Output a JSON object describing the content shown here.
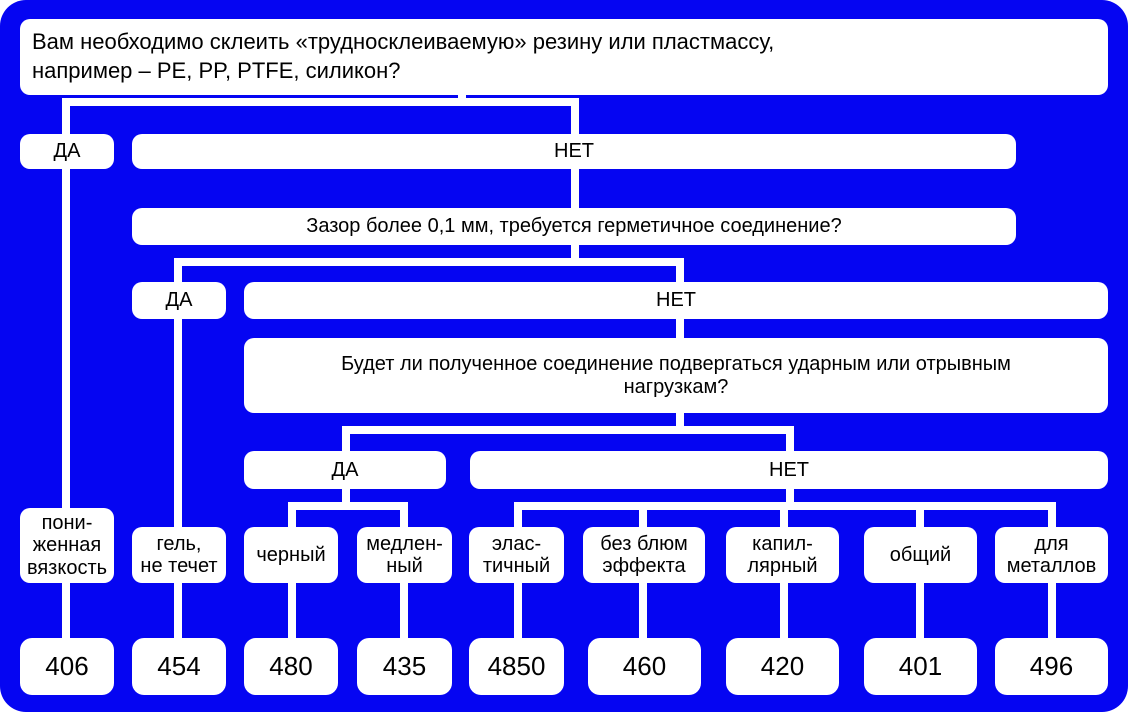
{
  "question1": {
    "line1": "Вам необходимо склеить «трудносклеиваемую» резину или пластмассу,",
    "line2": "например – PE, PP, PTFE, силикон?"
  },
  "q1_yes": "ДА",
  "q1_no": "НЕТ",
  "question2": "Зазор более 0,1 мм, требуется герметичное соединение?",
  "q2_yes": "ДА",
  "q2_no": "НЕТ",
  "question3": {
    "line1": "Будет ли полученное соединение подвергаться ударным или отрывным",
    "line2": "нагрузкам?"
  },
  "q3_yes": "ДА",
  "q3_no": "НЕТ",
  "leaves": [
    {
      "label": [
        "пони-",
        "женная",
        "вязкость"
      ],
      "product": "406"
    },
    {
      "label": [
        "гель,",
        "не течет"
      ],
      "product": "454"
    },
    {
      "label": [
        "черный"
      ],
      "product": "480"
    },
    {
      "label": [
        "медлен-",
        "ный"
      ],
      "product": "435"
    },
    {
      "label": [
        "элас-",
        "тичный"
      ],
      "product": "4850"
    },
    {
      "label": [
        "без блюм",
        "эффекта"
      ],
      "product": "460"
    },
    {
      "label": [
        "капил-",
        "лярный"
      ],
      "product": "420"
    },
    {
      "label": [
        "общий"
      ],
      "product": "401"
    },
    {
      "label": [
        "для",
        "металлов"
      ],
      "product": "496"
    }
  ],
  "colors": {
    "background": "#0505f2",
    "box": "#ffffff"
  }
}
